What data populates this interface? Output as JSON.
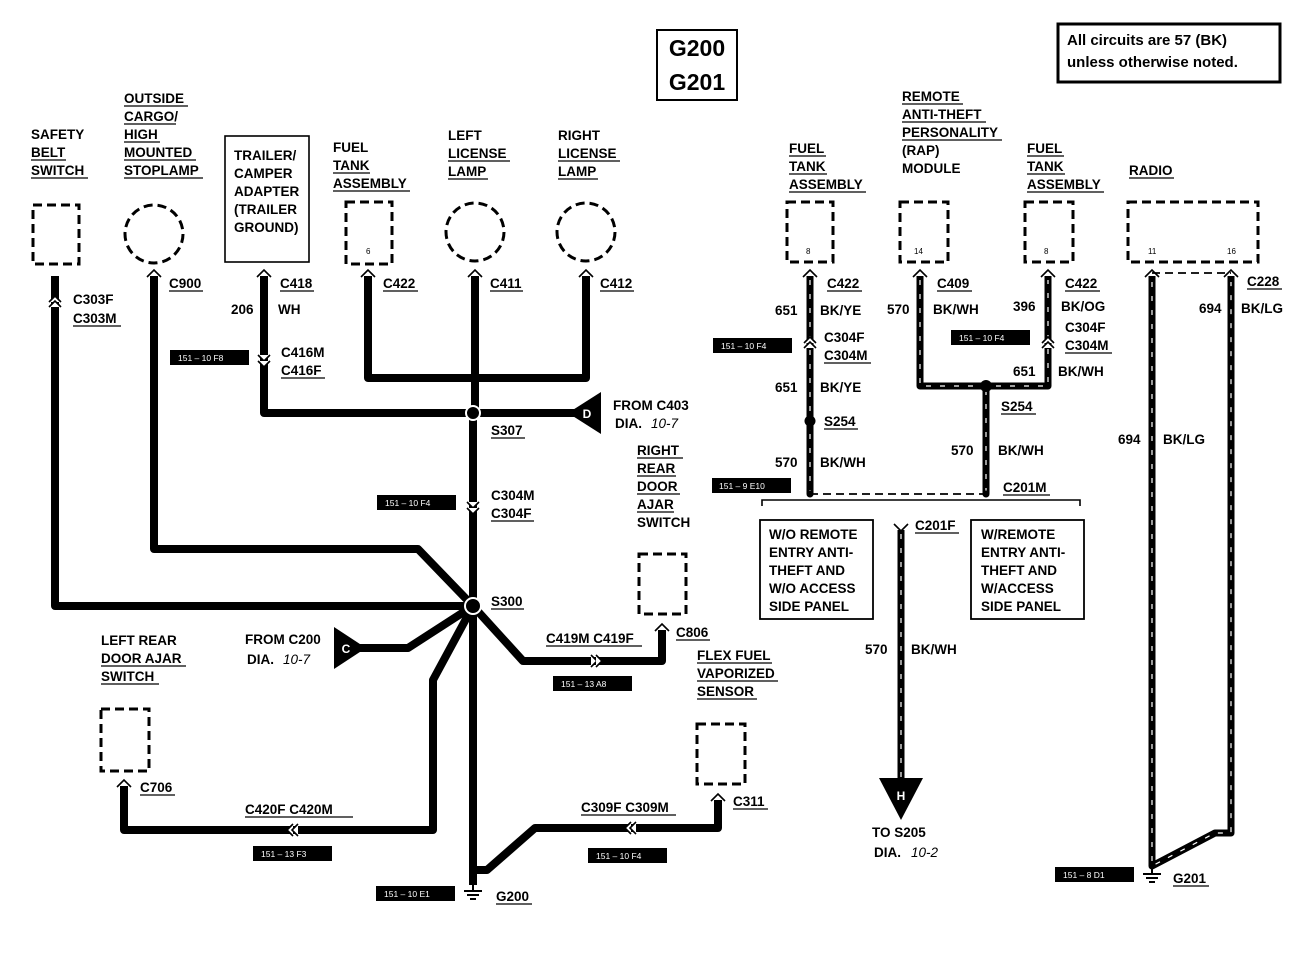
{
  "title_box": {
    "line1": "G200",
    "line2": "G201"
  },
  "note": {
    "line1": "All circuits are 57 (BK)",
    "line2": "unless otherwise noted."
  },
  "components": {
    "safety_belt": [
      "SAFETY",
      "BELT",
      "SWITCH"
    ],
    "stoplamp": [
      "OUTSIDE",
      "CARGO/",
      "HIGH",
      "MOUNTED",
      "STOPLAMP"
    ],
    "trailer": [
      "TRAILER/",
      "CAMPER",
      "ADAPTER",
      "(TRAILER",
      "GROUND)"
    ],
    "fuel_tank_1": [
      "FUEL",
      "TANK",
      "ASSEMBLY"
    ],
    "left_license": [
      "LEFT",
      "LICENSE",
      "LAMP"
    ],
    "right_license": [
      "RIGHT",
      "LICENSE",
      "LAMP"
    ],
    "right_rear_door": [
      "RIGHT",
      "REAR",
      "DOOR",
      "AJAR",
      "SWITCH"
    ],
    "left_rear_door": [
      "LEFT REAR",
      "DOOR AJAR",
      "SWITCH"
    ],
    "flex_fuel": [
      "FLEX FUEL",
      "VAPORIZED",
      "SENSOR"
    ],
    "fuel_tank_2": [
      "FUEL",
      "TANK",
      "ASSEMBLY"
    ],
    "rap_module": [
      "REMOTE",
      "ANTI-THEFT",
      "PERSONALITY",
      "(RAP)",
      "MODULE"
    ],
    "fuel_tank_3": [
      "FUEL",
      "TANK",
      "ASSEMBLY"
    ],
    "radio": [
      "RADIO"
    ]
  },
  "pins": {
    "ft1": "6",
    "ft2": "8",
    "rap": "14",
    "ft3": "8",
    "radio_a": "11",
    "radio_b": "16"
  },
  "connectors": {
    "c303": [
      "C303F",
      "C303M"
    ],
    "c900": "C900",
    "c418": "C418",
    "c416": [
      "C416M",
      "C416F"
    ],
    "c422_a": "C422",
    "c411": "C411",
    "c412": "C412",
    "s307": "S307",
    "c304_a": [
      "C304M",
      "C304F"
    ],
    "s300": "S300",
    "c806": "C806",
    "c419": "C419M  C419F",
    "c706": "C706",
    "c420": "C420F  C420M",
    "c311": "C311",
    "c309": "C309F  C309M",
    "g200": "G200",
    "c422_b": "C422",
    "c304_b": [
      "C304F",
      "C304M"
    ],
    "s254_a": "S254",
    "c409": "C409",
    "s254_b": "S254",
    "c422_c": "C422",
    "c304_c": [
      "C304F",
      "C304M"
    ],
    "c201m": "C201M",
    "c201f": "C201F",
    "c228": "C228",
    "g201": "G201"
  },
  "wires": {
    "w206": "206",
    "wh": "WH",
    "w651_a": "651",
    "bkye_a": "BK/YE",
    "w651_b": "651",
    "bkye_b": "BK/YE",
    "w570_a": "570",
    "bkwh_a": "BK/WH",
    "w570_b": "570",
    "bkwh_b": "BK/WH",
    "w651_c": "651",
    "bkwh_c": "BK/WH",
    "w570_c": "570",
    "bkwh_d": "BK/WH",
    "w396": "396",
    "bkog": "BK/OG",
    "w570_d": "570",
    "bkwh_e": "BK/WH",
    "w694_a": "694",
    "bklg_a": "BK/LG",
    "w694_b": "694",
    "bklg_b": "BK/LG"
  },
  "refs": {
    "from_c403": "FROM C403",
    "dia_c403": "DIA.",
    "dia_c403_n": "10-7",
    "d_letter": "D",
    "from_c200": "FROM C200",
    "dia_c200": "DIA.",
    "dia_c200_n": "10-7",
    "c_letter": "C",
    "to_s205": "TO S205",
    "dia_s205": "DIA.",
    "dia_s205_n": "10-2",
    "h_letter": "H"
  },
  "options": {
    "wo_remote": [
      "W/O REMOTE",
      "ENTRY ANTI-",
      "THEFT  AND",
      "W/O ACCESS",
      "SIDE PANEL"
    ],
    "w_remote": [
      "W/REMOTE",
      "ENTRY ANTI-",
      "THEFT  AND",
      "W/ACCESS",
      "SIDE PANEL"
    ]
  },
  "tags": {
    "t1": "151 – 10 F8",
    "t2": "151 – 10 F4",
    "t3": "151 – 13 A8",
    "t4": "151 – 13 F3",
    "t5": "151 – 10 F4",
    "t6": "151 – 10 E1",
    "t7": "151 – 10 F4",
    "t8": "151 – 9 E10",
    "t9": "151 – 10 F4",
    "t10": "151 – 8 D1"
  },
  "colors": {
    "ink": "#000000",
    "paper": "#ffffff"
  }
}
